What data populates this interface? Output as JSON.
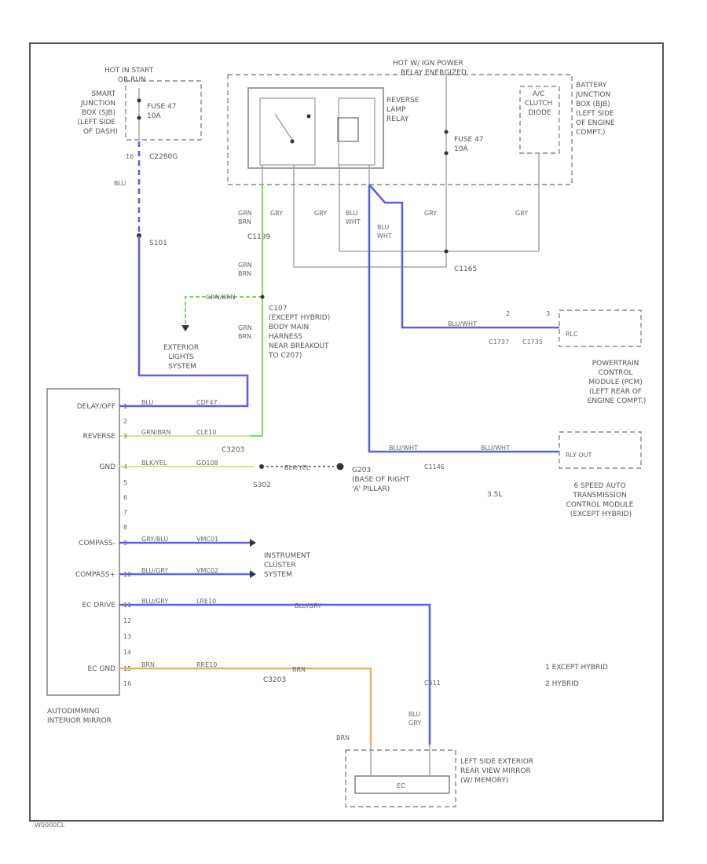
{
  "footer_code": "W0000CL",
  "hot_in_start": [
    "HOT IN START",
    "OR RUN"
  ],
  "hot_ign_power": [
    "HOT W/ IGN POWER",
    "RELAY ENERGIZED"
  ],
  "smart_jb": [
    "SMART",
    "JUNCTION",
    "BOX (SJB)",
    "(LEFT SIDE",
    "OF DASH)"
  ],
  "fuse_sjb": [
    "FUSE 47",
    "10A"
  ],
  "connector_c2280": "C2280G",
  "battery_jb": [
    "BATTERY",
    "JUNCTION",
    "BOX (BJB)",
    "(LEFT SIDE",
    "OF ENGINE",
    "COMPT.)"
  ],
  "reverse_relay": [
    "REVERSE",
    "LAMP",
    "RELAY"
  ],
  "fuse_bjb": [
    "FUSE 47",
    "10A"
  ],
  "ac_clutch": [
    "A/C",
    "CLUTCH",
    "DIODE"
  ],
  "splice_s101": "S101",
  "splice_c1165": "C1165",
  "c1199": "C1199",
  "exterior_lights": [
    "EXTERIOR",
    "LIGHTS",
    "SYSTEM"
  ],
  "c107_note": [
    "C107",
    "(EXCEPT HYBRID)",
    "BODY MAIN",
    "HARNESS",
    "NEAR BREAKOUT",
    "TO C207)"
  ],
  "mirror_module": [
    "AUTODIMMING",
    "INTERIOR MIRROR"
  ],
  "mirror_pins": [
    {
      "num": "1",
      "name": "DELAY/OFF",
      "wire": "BLU",
      "circuit": "CDF47"
    },
    {
      "num": "2",
      "name": "",
      "wire": "",
      "circuit": ""
    },
    {
      "num": "3",
      "name": "REVERSE",
      "wire": "GRN/BRN",
      "circuit": "CLE10"
    },
    {
      "num": "4",
      "name": "GND",
      "wire": "BLK/YEL",
      "circuit": "GD108"
    },
    {
      "num": "5",
      "name": "",
      "wire": "",
      "circuit": ""
    },
    {
      "num": "6",
      "name": "",
      "wire": "",
      "circuit": ""
    },
    {
      "num": "7",
      "name": "",
      "wire": "",
      "circuit": ""
    },
    {
      "num": "8",
      "name": "",
      "wire": "",
      "circuit": ""
    },
    {
      "num": "9",
      "name": "COMPASS-",
      "wire": "GRY/BLU",
      "circuit": "VMC01"
    },
    {
      "num": "10",
      "name": "COMPASS+",
      "wire": "BLU/GRY",
      "circuit": "VMC02"
    },
    {
      "num": "11",
      "name": "EC DRIVE",
      "wire": "BLU/GRY",
      "circuit": "LRE10"
    },
    {
      "num": "12",
      "name": "",
      "wire": "",
      "circuit": ""
    },
    {
      "num": "13",
      "name": "",
      "wire": "",
      "circuit": ""
    },
    {
      "num": "14",
      "name": "",
      "wire": "",
      "circuit": ""
    },
    {
      "num": "15",
      "name": "EC GND",
      "wire": "BRN",
      "circuit": "RRE10"
    },
    {
      "num": "16",
      "name": "",
      "wire": "",
      "circuit": ""
    }
  ],
  "g203": [
    "G203",
    "(BASE OF RIGHT",
    "'A' PILLAR)"
  ],
  "instrument_cluster": [
    "INSTRUMENT",
    "CLUSTER",
    "SYSTEM"
  ],
  "c3203": "C3203",
  "c3203b": "C3203",
  "s302": "S302",
  "pcm": [
    "POWERTRAIN",
    "CONTROL",
    "MODULE (PCM)",
    "(LEFT REAR OF",
    "ENGINE COMPT.)"
  ],
  "pcm_pin": "RLC",
  "c1737": "C1737",
  "c1735": "C1735",
  "tcm": [
    "6 SPEED AUTO",
    "TRANSMISSION",
    "CONTROL MODULE",
    "(EXCEPT HYBRID)"
  ],
  "tcm_pin": "RLY OUT",
  "c1146": "C1146",
  "engine_size": "3.5L",
  "lrd_mirror": [
    "LEFT SIDE EXTERIOR",
    "REAR VIEW MIRROR",
    "(W/ MEMORY)"
  ],
  "lrd_ec": "EC",
  "c511": "C511",
  "legend": [
    "1  EXCEPT HYBRID",
    "2  HYBRID"
  ],
  "wire_labels": {
    "blu": "BLU",
    "grn_brn": "GRN\nBRN",
    "gry": "GRY",
    "blu_wht": "BLU\nWHT",
    "brn": "BRN",
    "blu_gry": "BLU\nGRY",
    "pcm_wire": "BLU/WHT",
    "tcm_wire1": "BLU/WHT",
    "tcm_wire2": "BLU/WHT",
    "ec_wire": "BLU/GRY",
    "ec_gnd_wire": "BRN",
    "g_wire": "BLK/YEL",
    "gn_brn": "GRN/BRN"
  },
  "colors": {
    "blue_wire": "#6060e0",
    "green_wire": "#88d070",
    "tan_wire": "#d8b868"
  }
}
